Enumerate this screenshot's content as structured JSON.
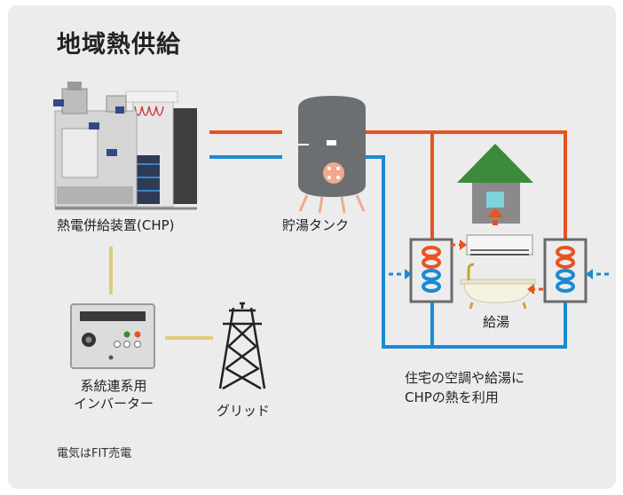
{
  "title": "地域熱供給",
  "labels": {
    "chp": "熱電併給装置(CHP)",
    "tank": "貯湯タンク",
    "inverter_line1": "系統連系用",
    "inverter_line2": "インバーター",
    "grid": "グリッド",
    "hot_water": "給湯",
    "usage_line1": "住宅の空調や給湯に",
    "usage_line2": "CHPの熱を利用",
    "fit_note": "電気はFIT売電"
  },
  "colors": {
    "hot_pipe": "#e8531f",
    "cold_pipe": "#1a8ad4",
    "electric_line": "#e0cc7a",
    "roof": "#3c8a3a",
    "house": "#8a8a8a",
    "window": "#7fd3dc",
    "tank": "#6b6f72",
    "panel_bg": "#ececec"
  },
  "icons": {
    "chp": "chp-machine-icon",
    "tank": "hot-water-tank-icon",
    "inverter": "inverter-box-icon",
    "grid": "power-tower-icon",
    "house": "house-icon",
    "air_conditioner": "air-conditioner-icon",
    "bathtub": "bathtub-icon",
    "heat_exchanger": "heat-exchanger-coil-icon"
  }
}
